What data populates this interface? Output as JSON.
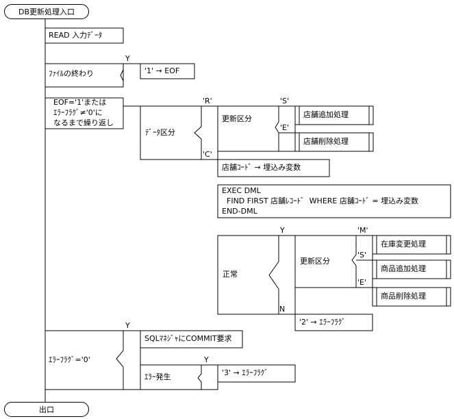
{
  "start": "DB更新処理入口",
  "end": "出口",
  "read": "READ 入力ﾃﾞｰﾀ",
  "eof_check": {
    "cond": "ﾌｧｲﾙの終わり",
    "yes": "Y",
    "action": "'1' → EOF"
  },
  "loop": {
    "line1": "EOF='1'または",
    "line2": "ｴﾗｰﾌﾗｸﾞ≠'0'に",
    "line3": "なるまで繰り返し"
  },
  "data_kubun": {
    "cond": "ﾃﾞｰﾀ区分",
    "r": "'R'",
    "c": "'C'",
    "update": {
      "cond": "更新区分",
      "s": "'S'",
      "e": "'E'",
      "add": "店舗追加処理",
      "del": "店舗削除処理"
    },
    "c_branch": {
      "assign": "店舗ｺｰﾄﾞ → 埋込み変数",
      "dml1": "EXEC DML",
      "dml2": "  FIND FIRST 店舗ﾚｺｰﾄﾞ  WHERE 店舗ｺｰﾄﾞ = 埋込み変数",
      "dml3": "END-DML",
      "normal": "正常",
      "y": "Y",
      "n": "N",
      "update": {
        "cond": "更新区分",
        "m": "'M'",
        "s": "'S'",
        "e": "'E'",
        "stock": "在庫変更処理",
        "add": "商品追加処理",
        "del": "商品削除処理"
      },
      "err": "'2' → ｴﾗｰﾌﾗｸﾞ"
    }
  },
  "errflag": {
    "cond": "ｴﾗｰﾌﾗｸﾞ='0'",
    "y": "Y",
    "commit": "SQLﾏﾈｼﾞｬにCOMMIT要求",
    "err_occ": "ｴﾗｰ発生",
    "y2": "Y",
    "set3": "'3' → ｴﾗｰﾌﾗｸﾞ"
  }
}
